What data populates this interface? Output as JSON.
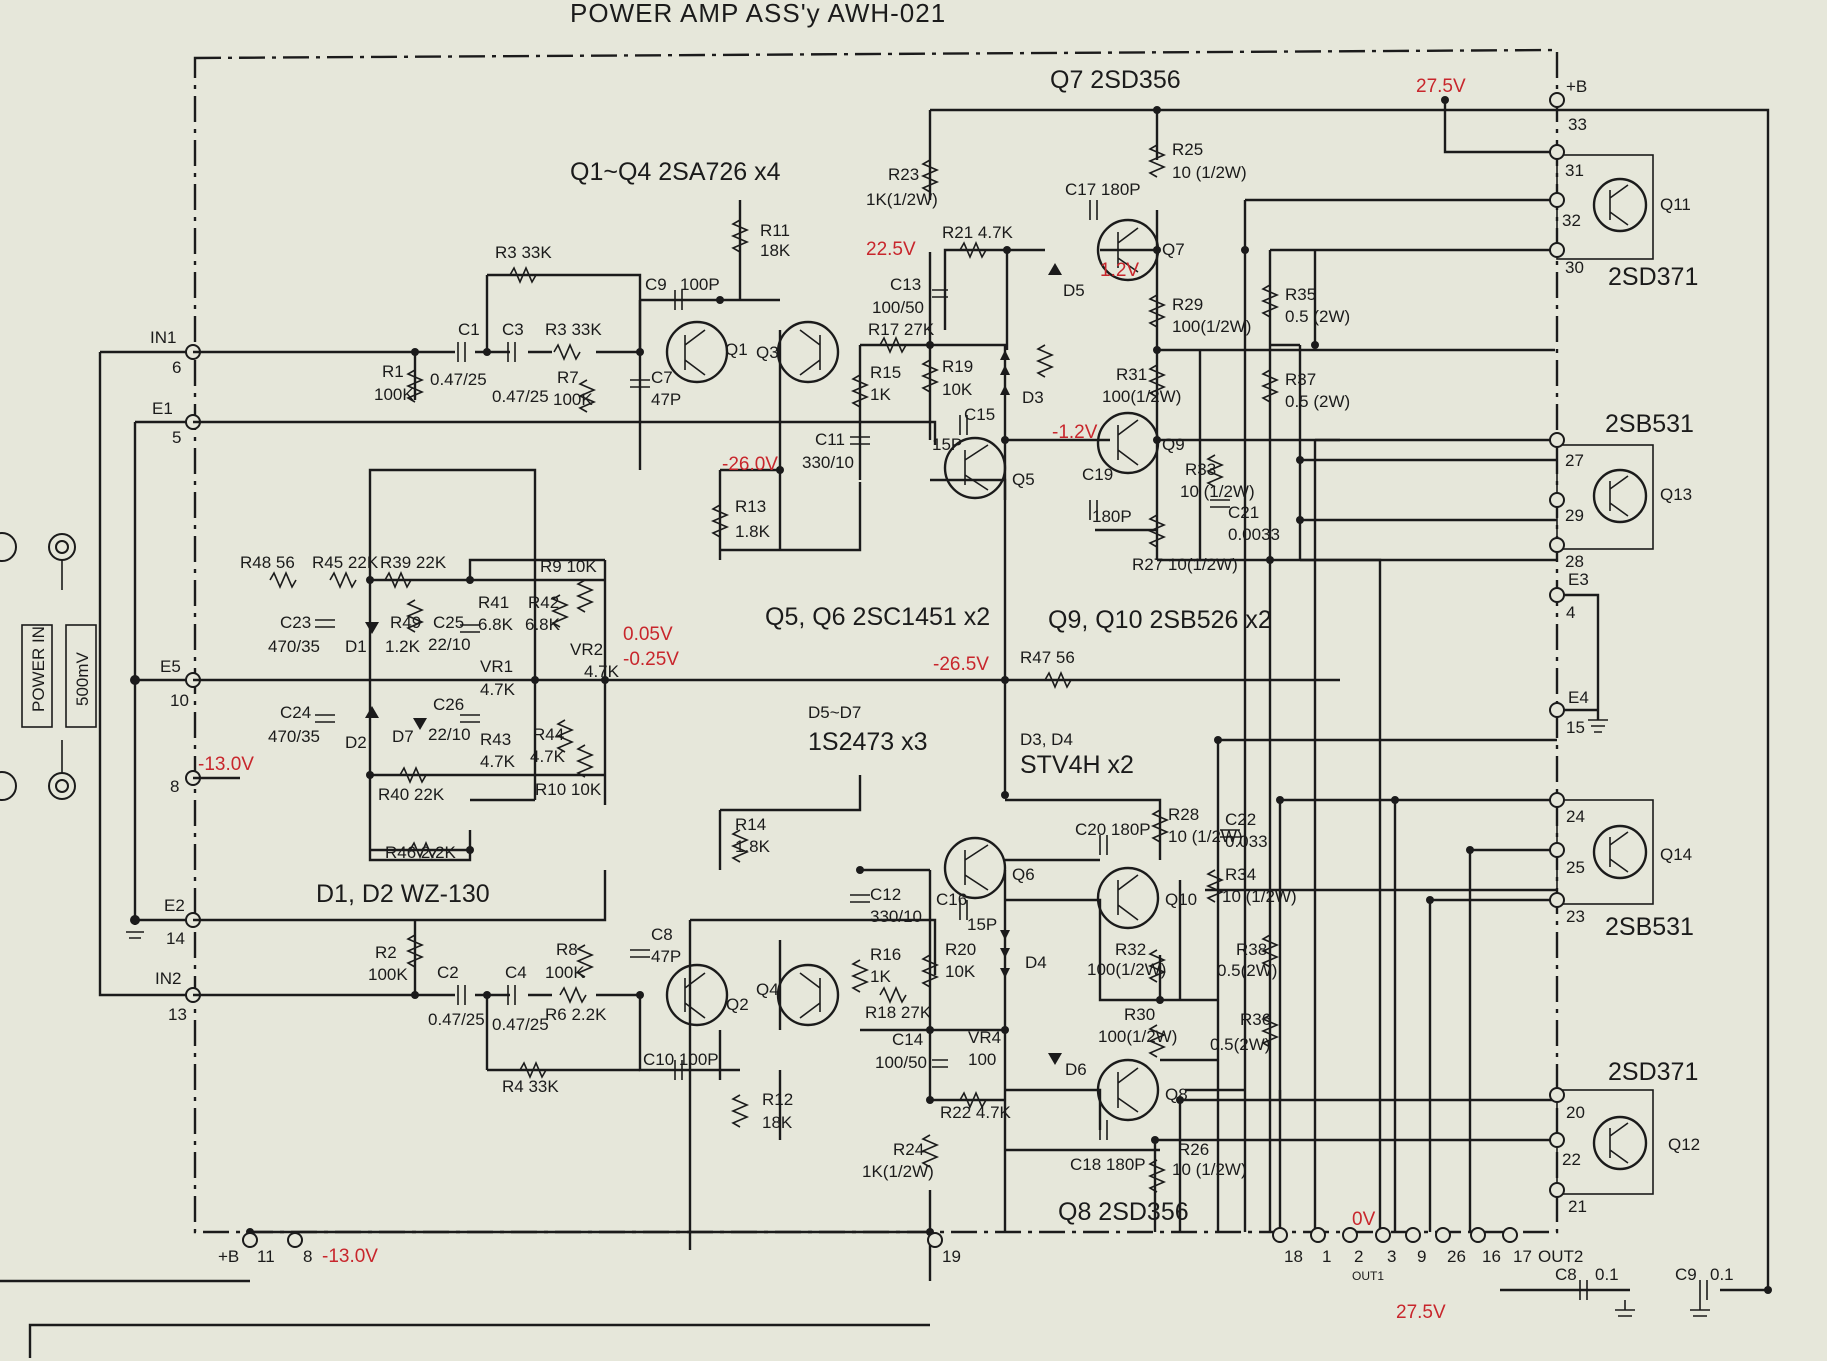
{
  "title": "POWER AMP ASS'y AWH-021",
  "headings": {
    "q1_q4": "Q1~Q4 2SA726 x4",
    "q5_q6": "Q5, Q6 2SC1451 x2",
    "q9_q10": "Q9, Q10 2SB526 x2",
    "d5_d7": "D5~D7",
    "d5_d7_part": "1S2473 x3",
    "d3_d4": "D3, D4",
    "d3_d4_part": "STV4H x2",
    "d1_d2": "D1, D2 WZ-130",
    "q7": "Q7 2SD356",
    "q8": "Q8 2SD356",
    "q11_part": "2SD371",
    "q13_part": "2SB531",
    "q14_part": "2SB531",
    "q12_part": "2SD371"
  },
  "input_box": {
    "line1": "POWER IN",
    "line2": "500mV"
  },
  "voltages": {
    "v27_5_top": "27.5V",
    "v22_5": "22.5V",
    "v1_2": "1.2V",
    "vm26_0": "-26.0V",
    "vm1_2": "-1.2V",
    "v0_05": "0.05V",
    "vm0_25": "-0.25V",
    "vm26_5": "-26.5V",
    "vm13_left": "-13.0V",
    "vm13_bottom": "-13.0V",
    "v0": "0V",
    "v27_5_bottom": "27.5V"
  },
  "components": {
    "r11": "R11",
    "r11v": "18K",
    "r3a": "R3 33K",
    "r3b": "R3 33K",
    "c9": "C9",
    "c9v": "100P",
    "c1": "C1",
    "c1v": "0.47/25",
    "c3": "C3",
    "c3v": "0.47/25",
    "r1": "R1",
    "r1v": "100K",
    "r7": "R7",
    "r7v": "100K",
    "c7": "C7",
    "c7v": "47P",
    "q1": "Q1",
    "q3": "Q3",
    "r13": "R13",
    "r13v": "1.8K",
    "r23": "R23",
    "r23v": "1K(1/2W)",
    "r21": "R21 4.7K",
    "c13": "C13",
    "c13v": "100/50",
    "r17": "R17 27K",
    "r15": "R15",
    "r15v": "1K",
    "r19": "R19",
    "r19v": "10K",
    "c11": "C11",
    "c11v": "330/10",
    "c15": "C15",
    "c15v": "15P",
    "q5": "Q5",
    "d5": "D5",
    "d3": "D3",
    "c17": "C17 180P",
    "q7": "Q7",
    "r25": "R25",
    "r25v": "10 (1/2W)",
    "r29": "R29",
    "r29v": "100(1/2W)",
    "r31": "R31",
    "r31v": "100(1/2W)",
    "q9": "Q9",
    "c19": "C19",
    "c19v": "180P",
    "r33": "R33",
    "r33v": "10 (1/2W)",
    "c21": "C21",
    "c21v": "0.0033",
    "r27": "R27 10(1/2W)",
    "r35": "R35",
    "r35v": "0.5 (2W)",
    "r37": "R37",
    "r37v": "0.5 (2W)",
    "q11": "Q11",
    "q13": "Q13",
    "r48": "R48 56",
    "r45": "R45 22K",
    "r39": "R39 22K",
    "c23": "C23",
    "c23v": "470/35",
    "d1": "D1",
    "r49": "R49",
    "r49v": "1.2K",
    "c25": "C25",
    "c25v": "22/10",
    "r41": "R41",
    "r41v": "6.8K",
    "r42": "R42",
    "r42v": "6.8K",
    "r9": "R9 10K",
    "vr1": "VR1",
    "vr1v": "4.7K",
    "vr2": "VR2",
    "vr2v": "4.7K",
    "c24": "C24",
    "c24v": "470/35",
    "d2": "D2",
    "d7": "D7",
    "c26": "C26",
    "c26v": "22/10",
    "r43": "R43",
    "r43v": "4.7K",
    "r44": "R44",
    "r44v": "4.7K",
    "r10": "R10 10K",
    "r40": "R40 22K",
    "r46": "R46 2.2K",
    "r47": "R47 56",
    "r14": "R14",
    "r14v": "1.8K",
    "c12": "C12",
    "c12v": "330/10",
    "c16": "C16",
    "c16v": "15P",
    "q6": "Q6",
    "r28": "R28",
    "r28v": "10 (1/2W)",
    "c22": "C22",
    "c22v": "0.033",
    "c20": "C20 180P",
    "q10": "Q10",
    "r34": "R34",
    "r34v": "10 (1/2W)",
    "r2": "R2",
    "r2v": "100K",
    "c2": "C2",
    "c2v": "0.47/25",
    "c4": "C4",
    "c4v": "0.47/25",
    "r8": "R8",
    "r8v": "100K",
    "r6": "R6 2.2K",
    "c8": "C8",
    "c8v": "47P",
    "q2": "Q2",
    "q4": "Q4",
    "c10": "C10 100P",
    "r4": "R4 33K",
    "r12": "R12",
    "r12v": "18K",
    "r16": "R16",
    "r16v": "1K",
    "r20": "R20",
    "r20v": "10K",
    "r18": "R18 27K",
    "d4": "D4",
    "c14": "C14",
    "c14v": "100/50",
    "vr4": "VR4",
    "vr4v": "100",
    "d6": "D6",
    "r22": "R22 4.7K",
    "q8": "Q8",
    "r32": "R32",
    "r32v": "100(1/2W)",
    "r30": "R30",
    "r30v": "100(1/2W)",
    "r38": "R38",
    "r38v": "0.5(2W)",
    "r36": "R36",
    "r36v": "0.5(2W)",
    "c18": "C18 180P",
    "r26": "R26",
    "r26v": "10 (1/2W)",
    "r24": "R24",
    "r24v": "1K(1/2W)",
    "q14": "Q14",
    "q12": "Q12",
    "c8b": "C8",
    "c8bv": "0.1",
    "c9b": "C9",
    "c9bv": "0.1"
  },
  "left_pins": [
    {
      "name": "IN1",
      "num": "6"
    },
    {
      "name": "E1",
      "num": "5"
    },
    {
      "name": "E5",
      "num": "10"
    },
    {
      "name": "",
      "num": "8"
    },
    {
      "name": "E2",
      "num": "14"
    },
    {
      "name": "IN2",
      "num": "13"
    }
  ],
  "right_pins": {
    "pb": "+B",
    "p33": "33",
    "p31": "31",
    "p32": "32",
    "p30": "30",
    "p27": "27",
    "p29": "29",
    "p28": "28",
    "e3": "E3",
    "p4": "4",
    "e4": "E4",
    "p15": "15",
    "p24": "24",
    "p25": "25",
    "p23": "23",
    "p20": "20",
    "p22": "22",
    "p21": "21"
  },
  "bottom_pins": {
    "pb": "+B",
    "p11": "11",
    "p8": "8",
    "p19": "19",
    "p18": "18",
    "p1": "1",
    "p2": "2",
    "out1": "OUT1",
    "p3": "3",
    "p9": "9",
    "p26": "26",
    "p16": "16",
    "p17": "17",
    "out2": "OUT2"
  }
}
